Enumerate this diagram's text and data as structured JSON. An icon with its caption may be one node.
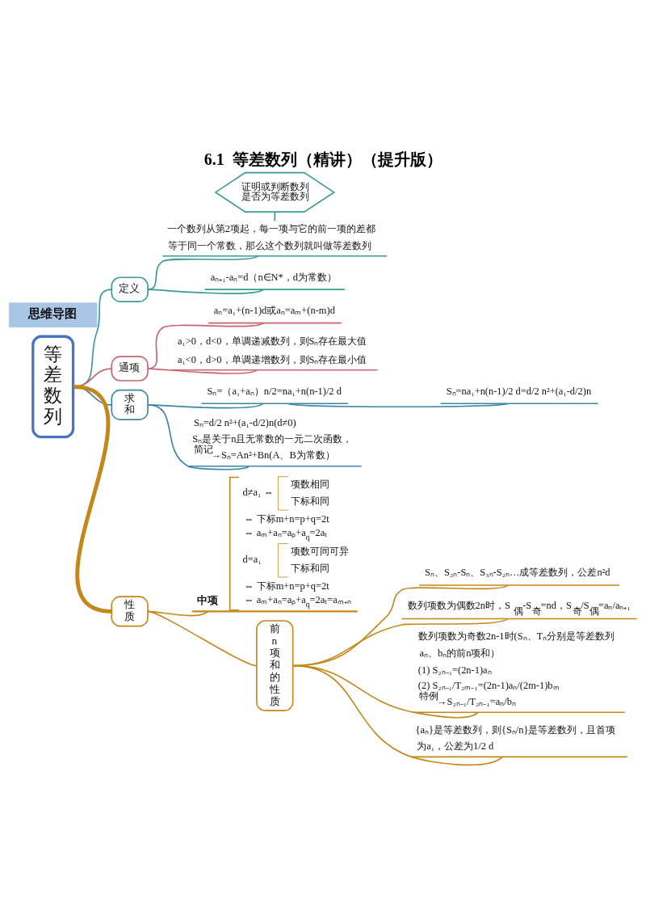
{
  "diagram": {
    "title": "6.1  等差数列（精讲）（提升版）",
    "nodes": [
      {
        "text": [
          "思维导图"
        ]
      },
      {
        "text": [
          "等差数列"
        ]
      },
      {
        "text": [
          "定义"
        ]
      },
      {
        "text": [
          "一个数列从第2项起，每一项与它的前一项的差都等于同一个常数，那么这个数列就叫做等差数列"
        ]
      },
      {
        "text": [
          "证明或判断数列是否为等差数列"
        ]
      },
      {
        "text": [
          "aₙ₊₁-aₙ=d（n∈N*，d为常数）"
        ]
      },
      {
        "text": [
          "通项"
        ]
      },
      {
        "text": [
          "aₙ=a₁+(n-1)d或aₙ=aₘ+(n-m)d"
        ]
      },
      {
        "text": [
          "a₁>0，d<0，单调递减数列，则Sₙ存在最大值",
          "a₁<0，d>0，单调递增数列，则Sₙ存在最小值"
        ]
      },
      {
        "text": [
          "求和"
        ]
      },
      {
        "text": [
          "Sₙ=（a₁+aₙ）n/2=na₁+n(n-1)/2 d"
        ]
      },
      {
        "text": [
          "Sₙ=na₁+n(n-1)/2 d=d/2 n²+(a₁-d/2)n"
        ]
      },
      {
        "text": [
          "Sₙ=d/2 n²+(a₁-d/2)n(d≠0)",
          "Sₙ是关于n且无常数的一元二次函数，$^{简记}$→Sₙ=An²+Bn(A、B为常数）"
        ]
      },
      {
        "text": [
          "性质"
        ]
      },
      {
        "text": [
          "中项",
          "d≠a₁ ⇔",
          "项数相同",
          "下标和同",
          "⇔ 下标m+n=p+q=2t ⇔ aₘ+aₙ=aₚ+a$_{q}$=2aₜ",
          "d=a₁",
          "项数可同可异",
          "下标和同",
          "⇔ 下标m+n=p+q=2t ⇔ aₘ+aₙ=aₚ+a$_{q}$=2aₜ=aₘ₊ₙ"
        ]
      },
      {
        "text": [
          "前n项和的性质"
        ]
      },
      {
        "text": [
          "Sₙ、S₂ₙ-Sₙ、S₃ₙ-S₂ₙ…成等差数列，公差n²d"
        ]
      },
      {
        "text": [
          "数列项数为偶数2n时，S$_{偶}$-S$_{奇}$=nd，S$_{奇}$/S$_{偶}$=aₙ/aₙ₊₁"
        ]
      },
      {
        "text": [
          "数列项数为奇数2n-1时(Sₙ、Tₙ分别是等差数列aₙ、bₙ的前n项和）",
          "(1) S₂ₙ₋₁=(2n-1)aₙ (2) S₂ₙ₋₁/T₂ₘ₋₁=(2n-1)aₙ/(2m-1)bₘ $^{特例}$→S₂ₙ₋₁/T₂ₙ₋₁=aₙ/bₙ"
        ]
      },
      {
        "text": [
          "{aₙ}是等差数列，则{Sₙ/n}是等差数列，且首项为a₁，公差为1/2 d"
        ]
      }
    ],
    "edges": [
      {
        "from": 1,
        "to": 2,
        "arrow": "none",
        "color": "#3a9a94"
      },
      {
        "from": 2,
        "to": 3,
        "arrow": "none",
        "color": "#3a9a94"
      },
      {
        "from": 2,
        "to": 5,
        "arrow": "none",
        "color": "#3a9a94"
      },
      {
        "from": 4,
        "to": 3,
        "arrow": "none",
        "color": "#3a9a94"
      },
      {
        "from": 1,
        "to": 6,
        "arrow": "none",
        "color": "#c8646e"
      },
      {
        "from": 6,
        "to": 7,
        "arrow": "none",
        "color": "#c8646e"
      },
      {
        "from": 6,
        "to": 8,
        "arrow": "none",
        "color": "#c8646e"
      },
      {
        "from": 1,
        "to": 9,
        "arrow": "none",
        "color": "#3d86a3"
      },
      {
        "from": 9,
        "to": 10,
        "arrow": "none",
        "color": "#3d86a3"
      },
      {
        "from": 10,
        "to": 11,
        "arrow": "none",
        "color": "#3d86a3"
      },
      {
        "from": 9,
        "to": 12,
        "arrow": "none",
        "color": "#3d86a3"
      },
      {
        "from": 1,
        "to": 13,
        "arrow": "none",
        "style": "thick"
      },
      {
        "from": 13,
        "to": 14,
        "arrow": "none"
      },
      {
        "from": 13,
        "to": 15,
        "arrow": "none"
      },
      {
        "from": 15,
        "to": 16,
        "arrow": "none"
      },
      {
        "from": 15,
        "to": 17,
        "arrow": "none"
      },
      {
        "from": 15,
        "to": 18,
        "arrow": "none"
      },
      {
        "from": 15,
        "to": 19,
        "arrow": "none"
      }
    ]
  }
}
